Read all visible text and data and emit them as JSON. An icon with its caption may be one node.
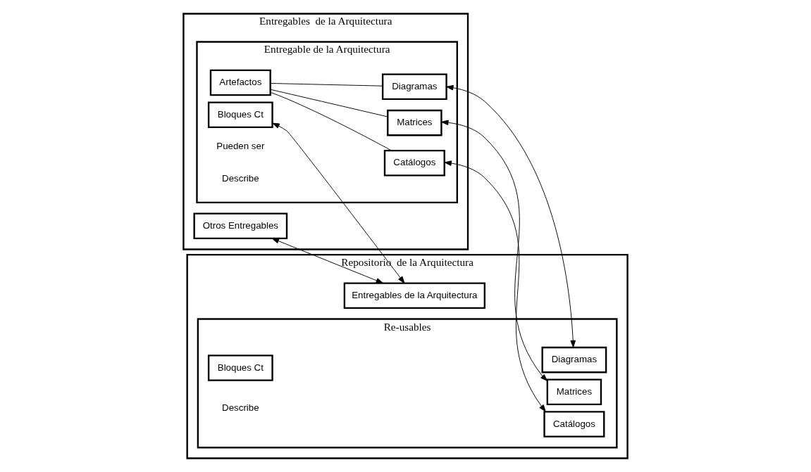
{
  "diagram": {
    "nodes": [
      {
        "text": [
          "Entregables  de la Arquitectura"
        ]
      },
      {
        "text": [
          "Entregable de la Arquitectura"
        ],
        "in": 0
      },
      {
        "text": [
          "Artefactos"
        ],
        "in": 1
      },
      {
        "text": [
          "Catálogos"
        ],
        "in": 1
      },
      {
        "text": [
          "Matrices"
        ],
        "in": 1
      },
      {
        "text": [
          "Diagramas"
        ],
        "in": 1
      },
      {
        "text": [
          "Bloques Ct"
        ],
        "in": 1
      },
      {
        "text": [
          "Otros Entregables"
        ],
        "in": 0
      },
      {
        "text": [
          "Repositorio  de la Arquitectura"
        ]
      },
      {
        "text": [
          "Re-usables"
        ],
        "in": 8
      },
      {
        "text": [
          "Catálogos"
        ],
        "in": 9
      },
      {
        "text": [
          "Matrices"
        ],
        "in": 9
      },
      {
        "text": [
          "Diagramas"
        ],
        "in": 9
      },
      {
        "text": [
          "Bloques Ct"
        ],
        "in": 9
      },
      {
        "text": [
          "Entregables de la Arquitectura"
        ],
        "in": 8
      }
    ],
    "edges": [
      {
        "from": 2,
        "to": 3,
        "arrow": "none"
      },
      {
        "from": 2,
        "to": 4,
        "arrow": "none"
      },
      {
        "from": 2,
        "to": 5,
        "arrow": "none"
      },
      {
        "from": 3,
        "to": 10,
        "arrow": "both"
      },
      {
        "from": 4,
        "to": 11,
        "arrow": "both"
      },
      {
        "from": 5,
        "to": 12,
        "arrow": "both"
      },
      {
        "from": 6,
        "to": 14,
        "arrow": "both"
      },
      {
        "from": 7,
        "to": 14,
        "arrow": "both"
      }
    ],
    "labels": [
      "Pueden ser",
      "Describe",
      "Describe"
    ]
  }
}
